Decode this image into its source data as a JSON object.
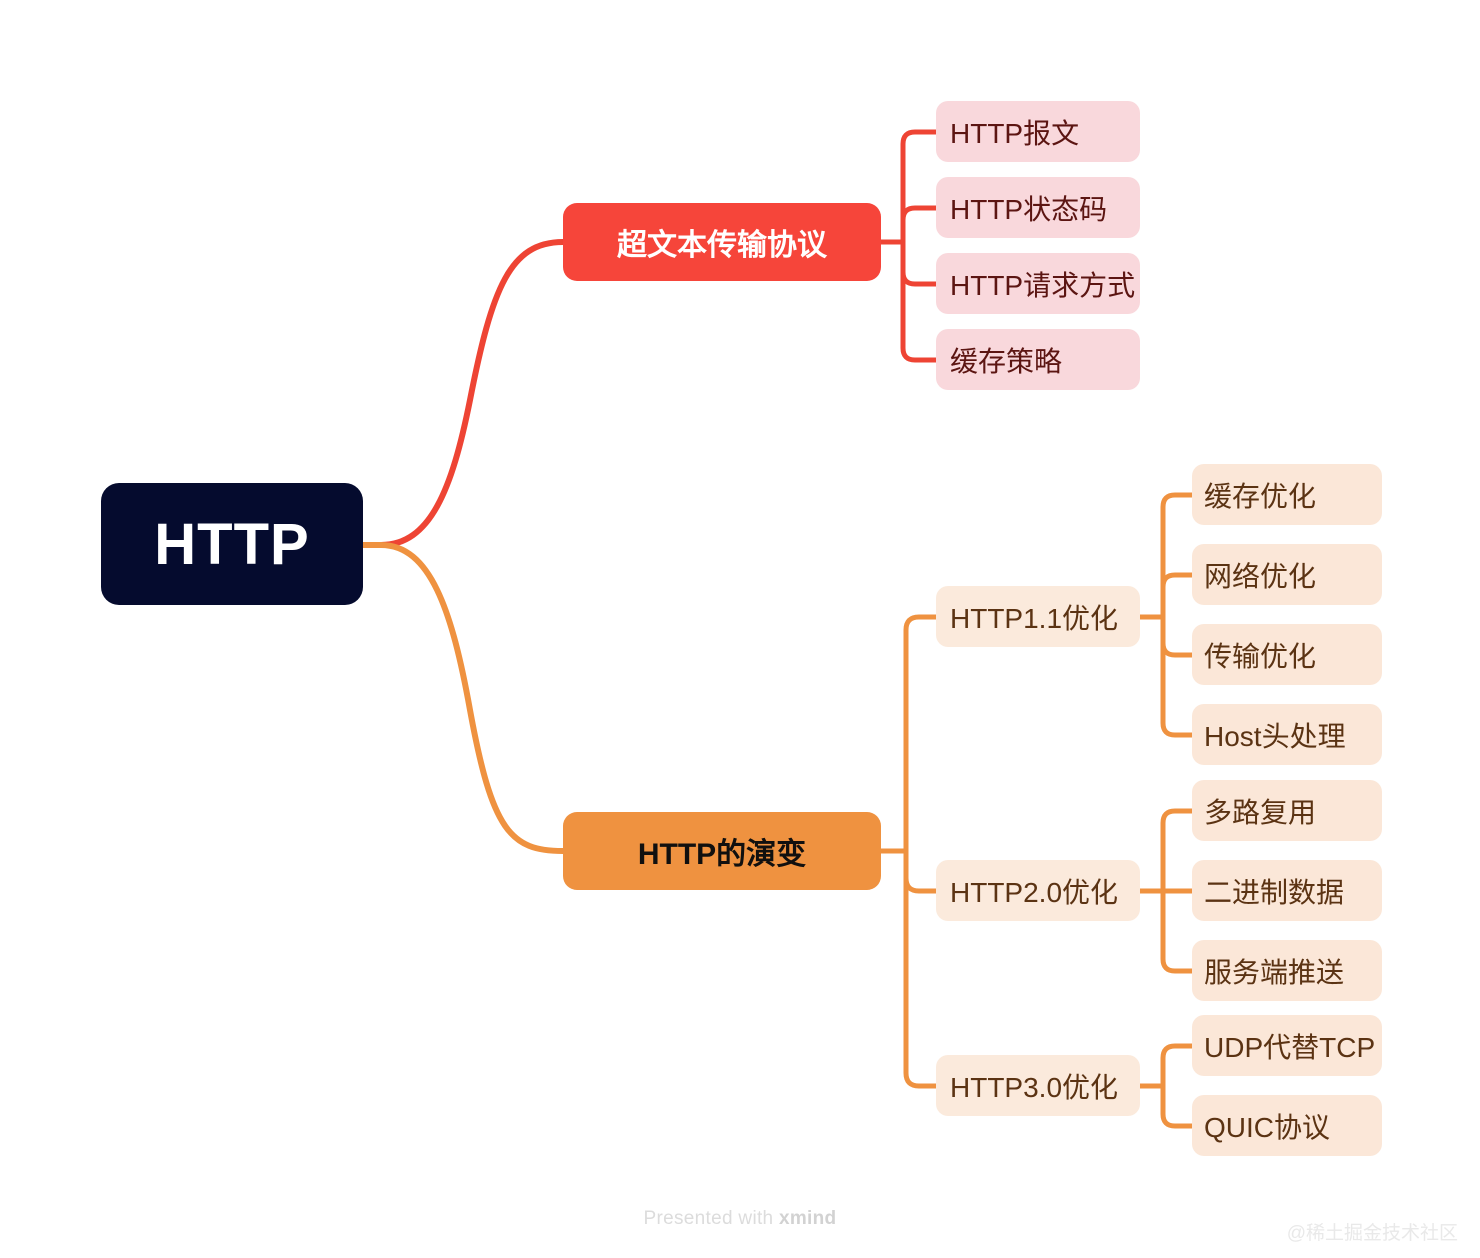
{
  "diagram": {
    "type": "mind-map",
    "tool": "xmind",
    "background": "#ffffff",
    "root": {
      "label": "HTTP",
      "color": "#050B2E",
      "text_color": "#ffffff"
    },
    "branches": [
      {
        "label": "超文本传输协议",
        "color": "#F6453A",
        "text_color": "#ffffff",
        "children": [
          {
            "label": "HTTP报文",
            "color": "#F9D8DC",
            "text_color": "#5C1512"
          },
          {
            "label": "HTTP状态码",
            "color": "#F9D8DC",
            "text_color": "#5C1512"
          },
          {
            "label": "HTTP请求方式",
            "color": "#F9D8DC",
            "text_color": "#5C1512"
          },
          {
            "label": "缓存策略",
            "color": "#F9D8DC",
            "text_color": "#5C1512"
          }
        ]
      },
      {
        "label": "HTTP的演变",
        "color": "#EF9240",
        "text_color": "#11100F",
        "children": [
          {
            "label": "HTTP1.1优化",
            "color": "#FBEADC",
            "text_color": "#5B3313",
            "children": [
              {
                "label": "缓存优化"
              },
              {
                "label": "网络优化"
              },
              {
                "label": "传输优化"
              },
              {
                "label": "Host头处理"
              }
            ]
          },
          {
            "label": "HTTP2.0优化",
            "color": "#FBEADC",
            "text_color": "#5B3313",
            "children": [
              {
                "label": "多路复用"
              },
              {
                "label": "二进制数据"
              },
              {
                "label": "服务端推送"
              }
            ]
          },
          {
            "label": "HTTP3.0优化",
            "color": "#FBEADC",
            "text_color": "#5B3313",
            "children": [
              {
                "label": "UDP代替TCP"
              },
              {
                "label": "QUIC协议"
              }
            ]
          }
        ]
      }
    ]
  },
  "footer": {
    "presented_prefix": "Presented with ",
    "brand": "xmind",
    "watermark": "@稀土掘金技术社区"
  }
}
